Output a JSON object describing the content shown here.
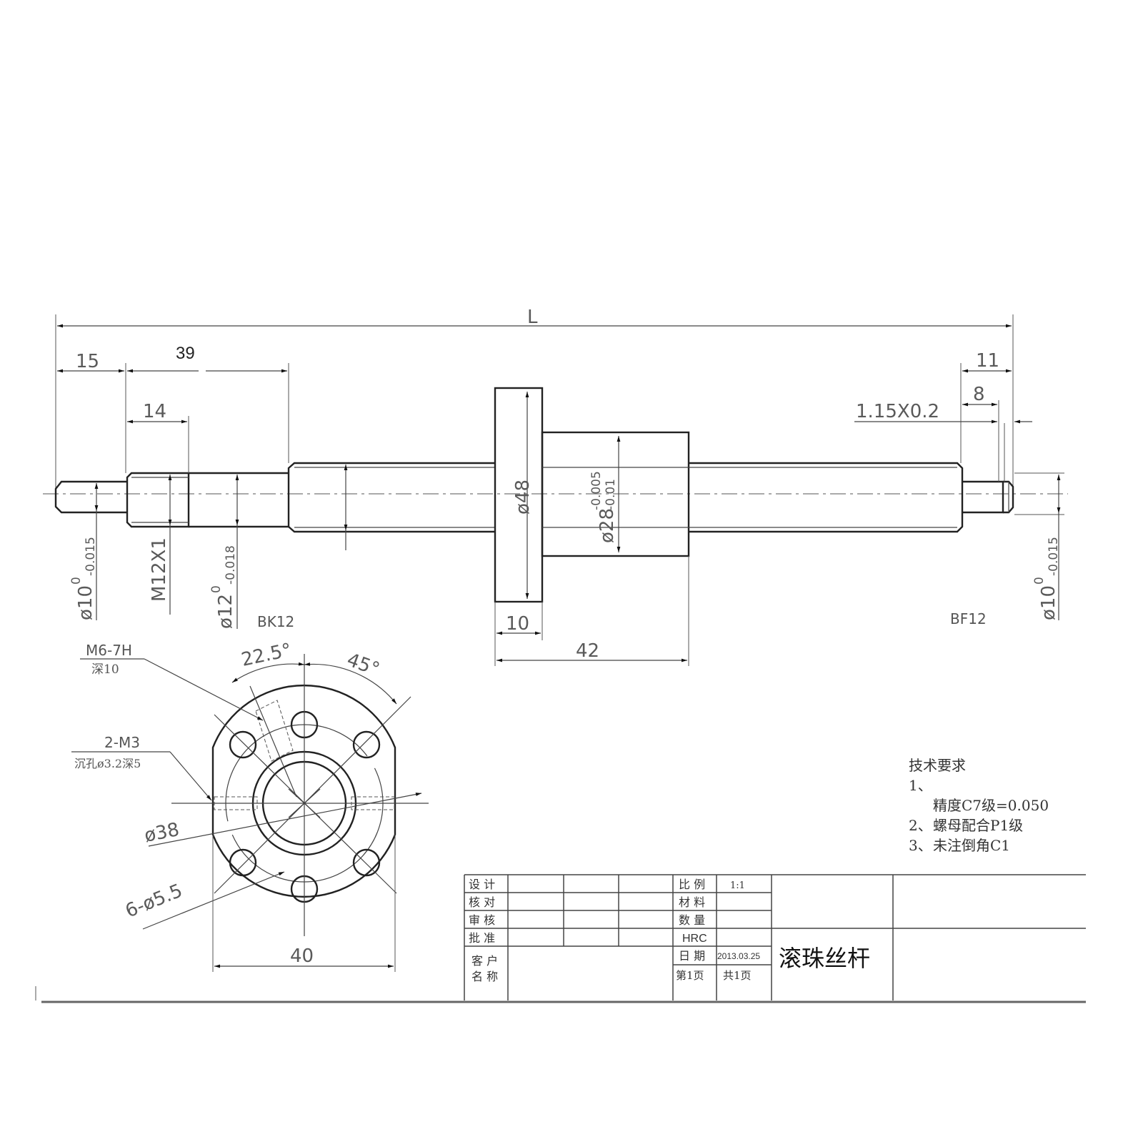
{
  "drawing": {
    "title": "滚珠丝杆",
    "overall_length_label": "L",
    "left_end": {
      "support_label": "BK12",
      "dims": {
        "len_15": "15",
        "len_39": "39",
        "len_14": "14"
      },
      "diameters": {
        "d10": "ø10",
        "d10_upper": "0",
        "d10_lower": "-0.015",
        "thread": "M12X1",
        "d12": "ø12",
        "d12_upper": "0",
        "d12_lower": "-0.018"
      }
    },
    "nut": {
      "flange_diameter": "ø48",
      "body_diameter": "ø28",
      "body_upper_tol": "-0.005",
      "body_lower_tol": "-0.01",
      "flange_width": "10",
      "nut_length": "42"
    },
    "right_end": {
      "support_label": "BF12",
      "dims": {
        "len_11": "11",
        "len_8": "8",
        "groove": "1.15X0.2"
      },
      "diameters": {
        "d10": "ø10",
        "d10_upper": "0",
        "d10_lower": "-0.015"
      }
    },
    "flange_view": {
      "tapped_hole": "M6-7H",
      "tapped_depth": "深10",
      "angle_1": "22.5°",
      "angle_2": "45°",
      "side_holes": "2-M3",
      "side_holes_spec": "沉孔ø3.2深5",
      "pcd": "ø38",
      "mount_holes": "6-ø5.5",
      "flat_width": "40"
    },
    "tech_requirements": {
      "heading": "技术要求",
      "items": [
        {
          "number": "1、",
          "text": ""
        },
        {
          "number": "",
          "text": "精度C7级=0.050"
        },
        {
          "number": "2、",
          "text": "螺母配合P1级"
        },
        {
          "number": "3、",
          "text": "未注倒角C1"
        }
      ]
    },
    "title_block": {
      "left_labels": [
        "设 计",
        "核 对",
        "审 核",
        "批 准"
      ],
      "customer_label_top": "客 户",
      "customer_label_bottom": "名 称",
      "right_labels": [
        "比 例",
        "材 料",
        "数 量",
        "HRC",
        "日 期"
      ],
      "scale_value": "1:1",
      "date_value": "2013.03.25",
      "sheet_label": "第1页",
      "total_label": "共1页",
      "part_name": "滚珠丝杆"
    }
  }
}
